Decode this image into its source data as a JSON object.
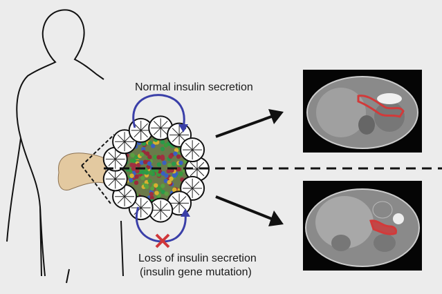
{
  "labels": {
    "normal": "Normal insulin secretion",
    "loss": "Loss of insulin secretion",
    "mutation": "(insulin gene mutation)"
  },
  "colors": {
    "background": "#ececec",
    "arrow_blue": "#3a3fa8",
    "cross_red": "#d0363a",
    "pancreas": "#e3c9a0",
    "highlight_red": "#d23a3a"
  },
  "icons": {
    "cross": "x-mark-icon",
    "arrow": "arrow-right-icon"
  }
}
